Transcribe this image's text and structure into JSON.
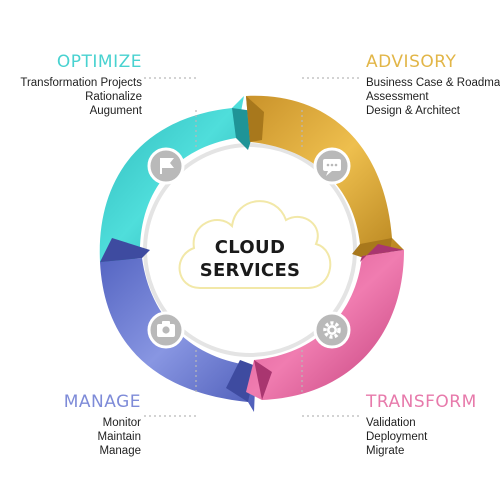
{
  "center": {
    "line1": "CLOUD",
    "line2": "SERVICES"
  },
  "segments": {
    "optimize": {
      "title": "OPTIMIZE",
      "color": "#3dcfcf",
      "items": [
        "Transformation Projects",
        "Rationalize",
        "Augument"
      ],
      "icon": "flag-icon"
    },
    "advisory": {
      "title": "ADVISORY",
      "color": "#e0ad34",
      "items": [
        "Business Case & Roadmap",
        "Assessment",
        "Design & Architect"
      ],
      "icon": "chat-icon"
    },
    "manage": {
      "title": "MANAGE",
      "color": "#6f7fd6",
      "items": [
        "Monitor",
        "Maintain",
        "Manage"
      ],
      "icon": "camera-icon"
    },
    "transform": {
      "title": "TRANSFORM",
      "color": "#e3679e",
      "items": [
        "Validation",
        "Deployment",
        "Migrate"
      ],
      "icon": "gear-icon"
    }
  }
}
